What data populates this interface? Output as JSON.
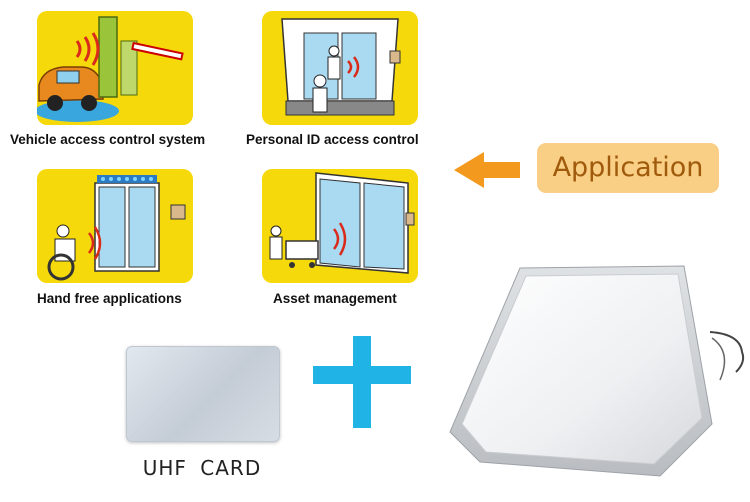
{
  "applications": {
    "vehicle": {
      "caption": "Vehicle access control system"
    },
    "personal": {
      "caption": "Personal ID access control"
    },
    "handfree": {
      "caption": "Hand free applications"
    },
    "asset": {
      "caption": "Asset management"
    }
  },
  "callout": {
    "label": "Application"
  },
  "card": {
    "label": "UHF CARD"
  },
  "colors": {
    "tile_yellow": "#f6d90a",
    "callout_fill": "#f9cf85",
    "callout_text": "#a05a0c",
    "arrow": "#f39a1e",
    "plus": "#1fb3e6"
  }
}
